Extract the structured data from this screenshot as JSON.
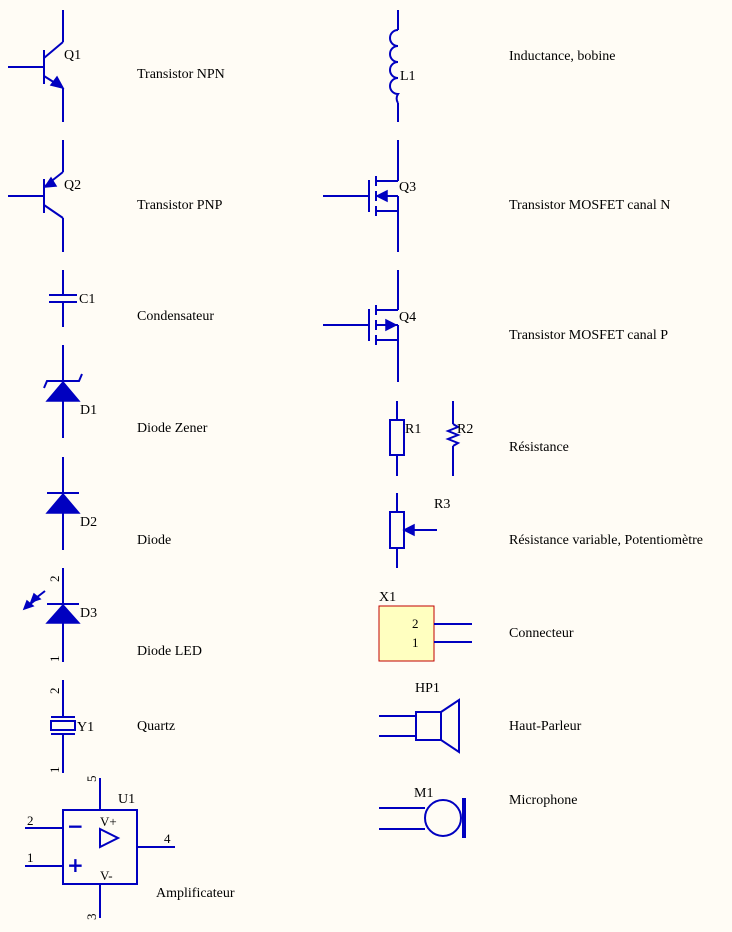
{
  "components": {
    "q1": {
      "ref": "Q1",
      "label": "Transistor NPN"
    },
    "q2": {
      "ref": "Q2",
      "label": "Transistor PNP"
    },
    "c1": {
      "ref": "C1",
      "label": "Condensateur"
    },
    "d1": {
      "ref": "D1",
      "label": "Diode Zener"
    },
    "d2": {
      "ref": "D2",
      "label": "Diode"
    },
    "d3": {
      "ref": "D3",
      "label": "Diode LED",
      "pin_top": "2",
      "pin_bottom": "1"
    },
    "y1": {
      "ref": "Y1",
      "label": "Quartz",
      "pin_top": "2",
      "pin_bottom": "1"
    },
    "u1": {
      "ref": "U1",
      "label": "Amplificateur",
      "pin_vplus_supply": "5",
      "pin_inv": "2",
      "pin_noninv": "1",
      "pin_out": "4",
      "pin_vminus_supply": "3",
      "vplus": "V+",
      "vminus": "V-",
      "minus_sign": "−",
      "plus_sign": "+"
    },
    "l1": {
      "ref": "L1",
      "label": "Inductance, bobine"
    },
    "q3": {
      "ref": "Q3",
      "label": "Transistor MOSFET canal N"
    },
    "q4": {
      "ref": "Q4",
      "label": "Transistor MOSFET canal P"
    },
    "r1": {
      "ref": "R1"
    },
    "r2": {
      "ref": "R2",
      "label": "Résistance"
    },
    "r3": {
      "ref": "R3",
      "label": "Résistance variable, Potentiomètre"
    },
    "x1": {
      "ref": "X1",
      "label": "Connecteur",
      "pin2": "2",
      "pin1": "1"
    },
    "hp1": {
      "ref": "HP1",
      "label": "Haut-Parleur"
    },
    "m1": {
      "ref": "M1",
      "label": "Microphone"
    }
  },
  "colors": {
    "symbol": "#0000c0",
    "background": "#fffcf5",
    "connector_fill": "#ffffc0",
    "connector_border": "#c00000"
  }
}
